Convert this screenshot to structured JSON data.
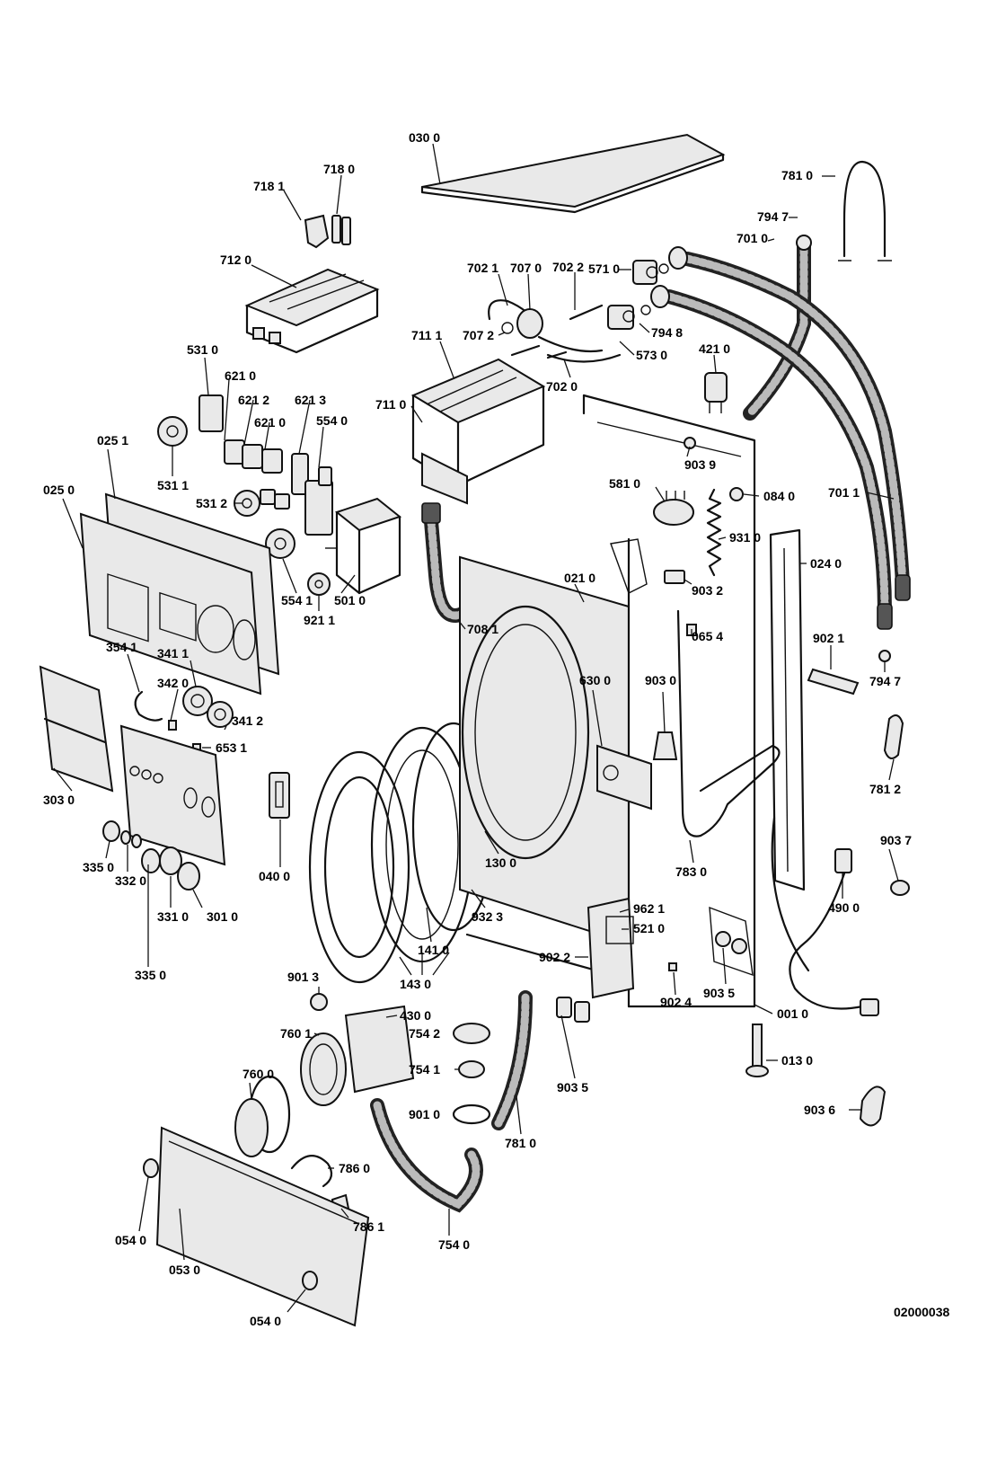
{
  "drawing_number": "02000038",
  "labels": [
    {
      "id": "l0300",
      "text": "030 0"
    },
    {
      "id": "l7810a",
      "text": "781 0"
    },
    {
      "id": "l7947a",
      "text": "794 7"
    },
    {
      "id": "l7010",
      "text": "701 0"
    },
    {
      "id": "l7181",
      "text": "718 1"
    },
    {
      "id": "l7180",
      "text": "718 0"
    },
    {
      "id": "l7120",
      "text": "712 0"
    },
    {
      "id": "l7021",
      "text": "702 1"
    },
    {
      "id": "l7070",
      "text": "707 0"
    },
    {
      "id": "l7022",
      "text": "702 2"
    },
    {
      "id": "l5710",
      "text": "571 0"
    },
    {
      "id": "l7072",
      "text": "707 2"
    },
    {
      "id": "l7948",
      "text": "794 8"
    },
    {
      "id": "l5730",
      "text": "573 0"
    },
    {
      "id": "l7111",
      "text": "711 1"
    },
    {
      "id": "l4210",
      "text": "421 0"
    },
    {
      "id": "l7020",
      "text": "702 0"
    },
    {
      "id": "l5310",
      "text": "531 0"
    },
    {
      "id": "l6210a",
      "text": "621 0"
    },
    {
      "id": "l6212",
      "text": "621 2"
    },
    {
      "id": "l6213",
      "text": "621 3"
    },
    {
      "id": "l6210b",
      "text": "621 0"
    },
    {
      "id": "l5540a",
      "text": "554 0"
    },
    {
      "id": "l7110",
      "text": "711 0"
    },
    {
      "id": "l0251",
      "text": "025 1"
    },
    {
      "id": "l9039",
      "text": "903 9"
    },
    {
      "id": "l5311",
      "text": "531 1"
    },
    {
      "id": "l0250",
      "text": "025 0"
    },
    {
      "id": "l5312",
      "text": "531 2"
    },
    {
      "id": "l5810",
      "text": "581 0"
    },
    {
      "id": "l0840",
      "text": "084 0"
    },
    {
      "id": "l7011",
      "text": "701 1"
    },
    {
      "id": "l9310",
      "text": "931 0"
    },
    {
      "id": "l0240",
      "text": "024 0"
    },
    {
      "id": "l0210",
      "text": "021 0"
    },
    {
      "id": "l5541",
      "text": "554 1"
    },
    {
      "id": "l9032",
      "text": "903 2"
    },
    {
      "id": "l5010",
      "text": "501 0"
    },
    {
      "id": "l0654",
      "text": "065 4"
    },
    {
      "id": "l9211",
      "text": "921 1"
    },
    {
      "id": "l9021",
      "text": "902 1"
    },
    {
      "id": "l7081",
      "text": "708 1"
    },
    {
      "id": "l3541",
      "text": "354 1"
    },
    {
      "id": "l3411",
      "text": "341 1"
    },
    {
      "id": "l6300",
      "text": "630 0"
    },
    {
      "id": "l9030",
      "text": "903 0"
    },
    {
      "id": "l7947b",
      "text": "794 7"
    },
    {
      "id": "l3420",
      "text": "342 0"
    },
    {
      "id": "l3412",
      "text": "341 2"
    },
    {
      "id": "l6531",
      "text": "653 1"
    },
    {
      "id": "l7812",
      "text": "781 2"
    },
    {
      "id": "l3030",
      "text": "303 0"
    },
    {
      "id": "l9037",
      "text": "903 7"
    },
    {
      "id": "l3350a",
      "text": "335 0"
    },
    {
      "id": "l0400",
      "text": "040 0"
    },
    {
      "id": "l1300",
      "text": "130 0"
    },
    {
      "id": "l7830",
      "text": "783 0"
    },
    {
      "id": "l3320",
      "text": "332 0"
    },
    {
      "id": "l4900",
      "text": "490 0"
    },
    {
      "id": "l3310",
      "text": "331 0"
    },
    {
      "id": "l3010",
      "text": "301 0"
    },
    {
      "id": "l9323",
      "text": "932 3"
    },
    {
      "id": "l9621",
      "text": "962 1"
    },
    {
      "id": "l5210",
      "text": "521 0"
    },
    {
      "id": "l1410",
      "text": "141 0"
    },
    {
      "id": "l9022",
      "text": "902 2"
    },
    {
      "id": "l1430",
      "text": "143 0"
    },
    {
      "id": "l3350b",
      "text": "335 0"
    },
    {
      "id": "l9013",
      "text": "901 3"
    },
    {
      "id": "l9024",
      "text": "902 4"
    },
    {
      "id": "l9035a",
      "text": "903 5"
    },
    {
      "id": "l0010",
      "text": "001 0"
    },
    {
      "id": "l4300",
      "text": "430 0"
    },
    {
      "id": "l7601",
      "text": "760 1"
    },
    {
      "id": "l7542",
      "text": "754 2"
    },
    {
      "id": "l0130",
      "text": "013 0"
    },
    {
      "id": "l7600",
      "text": "760 0"
    },
    {
      "id": "l7541",
      "text": "754 1"
    },
    {
      "id": "l9035b",
      "text": "903 5"
    },
    {
      "id": "l9036",
      "text": "903 6"
    },
    {
      "id": "l9010",
      "text": "901 0"
    },
    {
      "id": "l7810b",
      "text": "781 0"
    },
    {
      "id": "l7860",
      "text": "786 0"
    },
    {
      "id": "l7861",
      "text": "786 1"
    },
    {
      "id": "l0540a",
      "text": "054 0"
    },
    {
      "id": "l0530",
      "text": "053 0"
    },
    {
      "id": "l7540",
      "text": "754 0"
    },
    {
      "id": "l0540b",
      "text": "054 0"
    }
  ]
}
